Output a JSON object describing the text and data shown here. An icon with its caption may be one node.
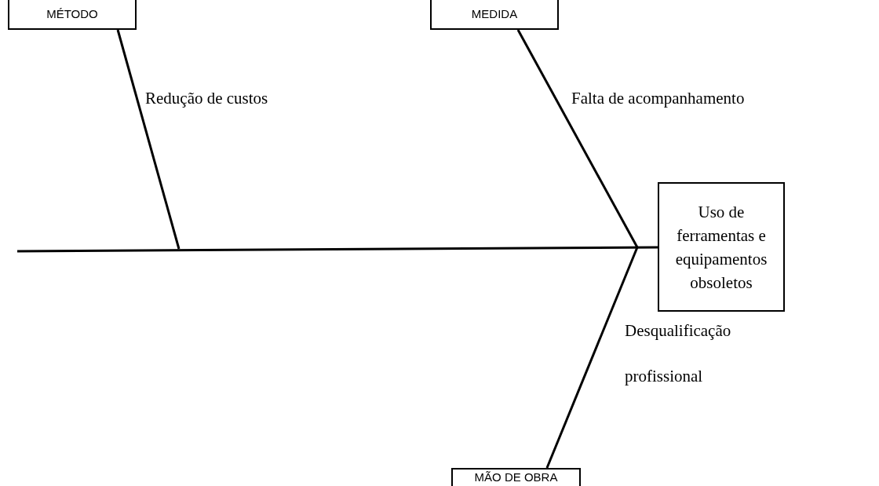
{
  "diagram": {
    "nodes": [
      {
        "text": [
          "MÉTODO"
        ]
      },
      {
        "text": [
          "MEDIDA"
        ]
      },
      {
        "text": [
          "Uso de ferramentas e equipamentos obsoletos"
        ]
      },
      {
        "text": [
          "MÃO DE OBRA"
        ]
      }
    ],
    "edges": [
      {
        "from": null,
        "to": 2,
        "arrow": "none"
      },
      {
        "from": 0,
        "to": null,
        "arrow": "none",
        "label": "Redução de custos"
      },
      {
        "from": 1,
        "to": null,
        "arrow": "none",
        "label": "Falta de acompanhamento"
      },
      {
        "from": 3,
        "to": null,
        "arrow": "none",
        "label": "Desqualificação profissional"
      }
    ]
  }
}
